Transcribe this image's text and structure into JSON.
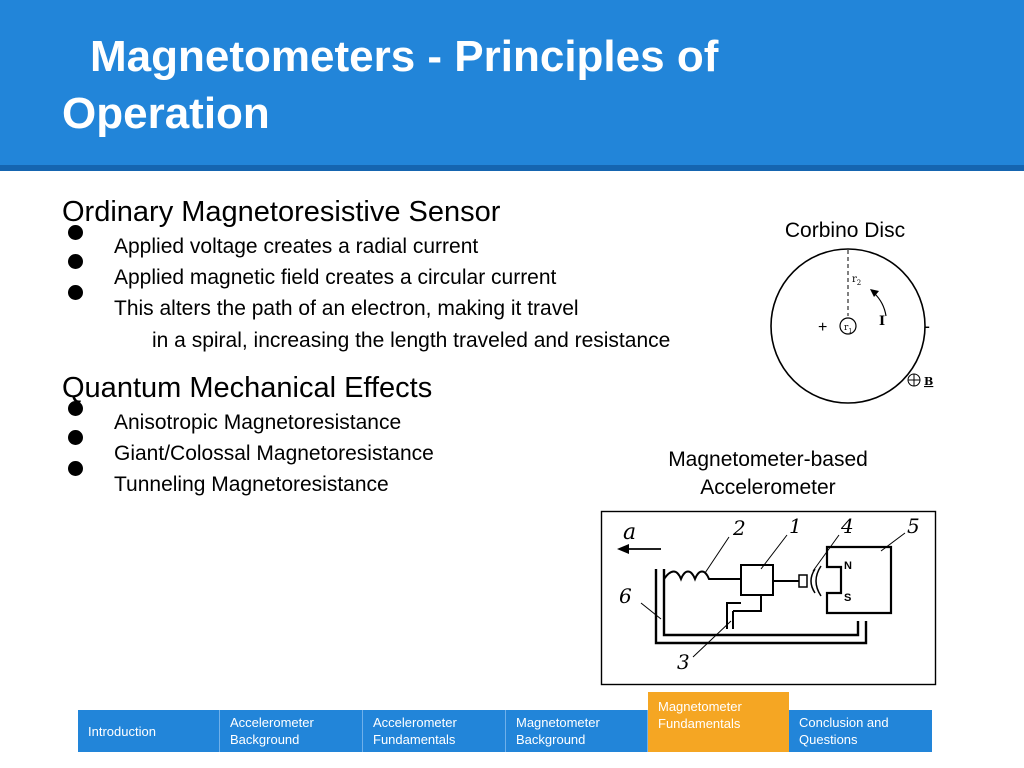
{
  "title": {
    "line1": "Magnetometers - Principles of",
    "line2": "Operation"
  },
  "section1": {
    "heading": "Ordinary Magnetoresistive Sensor",
    "items": [
      "Applied voltage creates a radial current",
      "Applied magnetic field creates a circular current",
      "This alters the path of an electron, making it travel"
    ],
    "continuation": "in a spiral, increasing the length traveled and resistance"
  },
  "section2": {
    "heading": "Quantum Mechanical Effects",
    "items": [
      "Anisotropic Magnetoresistance",
      "Giant/Colossal Magnetoresistance",
      "Tunneling Magnetoresistance"
    ]
  },
  "figure1": {
    "caption": "Corbino Disc",
    "labels": {
      "r2": "r",
      "r2_sub": "2",
      "r1": "r",
      "r1_sub": "1",
      "current": "I",
      "plus": "+",
      "minus": "-",
      "field": "B"
    }
  },
  "figure2": {
    "caption_line1": "Magnetometer-based",
    "caption_line2": "Accelerometer",
    "labels": {
      "a": "a",
      "n1": "1",
      "n2": "2",
      "n3": "3",
      "n4": "4",
      "n5": "5",
      "n6": "6",
      "N": "N",
      "S": "S"
    }
  },
  "nav": {
    "active_color": "#f5a623",
    "bar_color": "#2285d9",
    "items": [
      {
        "label": "Introduction",
        "active": false
      },
      {
        "label": "Accelerometer Background",
        "active": false
      },
      {
        "label": "Accelerometer Fundamentals",
        "active": false
      },
      {
        "label": "Magnetometer Background",
        "active": false
      },
      {
        "label": "Magnetometer Fundamentals",
        "active": true
      },
      {
        "label": "Conclusion and Questions",
        "active": false
      }
    ]
  }
}
